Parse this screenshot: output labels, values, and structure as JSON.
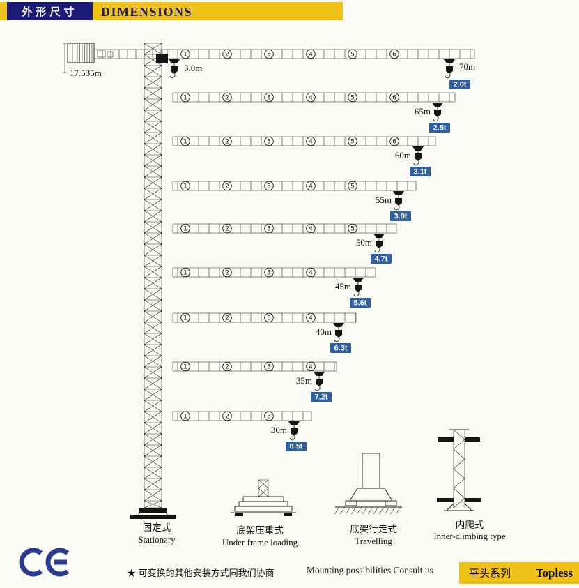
{
  "header": {
    "title_cn": "外形尺寸",
    "title_en": "DIMENSIONS"
  },
  "colors": {
    "accent_yellow": "#F0C217",
    "accent_navy": "#1B1B78",
    "badge_blue": "#2F5FA5",
    "ce_blue": "#2A3B8F"
  },
  "diagram": {
    "counter_jib_dimension": "17.535m",
    "min_radius_label": "3.0m",
    "jibs": [
      {
        "length": "70m",
        "capacity": "2.0t",
        "sections": 6
      },
      {
        "length": "65m",
        "capacity": "2.5t",
        "sections": 6
      },
      {
        "length": "60m",
        "capacity": "3.1t",
        "sections": 6
      },
      {
        "length": "55m",
        "capacity": "3.9t",
        "sections": 5
      },
      {
        "length": "50m",
        "capacity": "4.7t",
        "sections": 5
      },
      {
        "length": "45m",
        "capacity": "5.6t",
        "sections": 4
      },
      {
        "length": "40m",
        "capacity": "6.3t",
        "sections": 4
      },
      {
        "length": "35m",
        "capacity": "7.2t",
        "sections": 4
      },
      {
        "length": "30m",
        "capacity": "8.5t",
        "sections": 3
      }
    ]
  },
  "bases": [
    {
      "label_cn": "固定式",
      "label_en": "Stationary"
    },
    {
      "label_cn": "底架压重式",
      "label_en": "Under frame loading"
    },
    {
      "label_cn": "底架行走式",
      "label_en": "Travelling"
    },
    {
      "label_cn": "内爬式",
      "label_en": "Inner-climbing type"
    }
  ],
  "footer": {
    "ce_mark": "CE",
    "note_cn": "★ 可变换的其他安装方式同我们协商",
    "note_en": "Mounting possibilities Consult us",
    "series_cn": "平头系列",
    "series_en": "Topless"
  }
}
